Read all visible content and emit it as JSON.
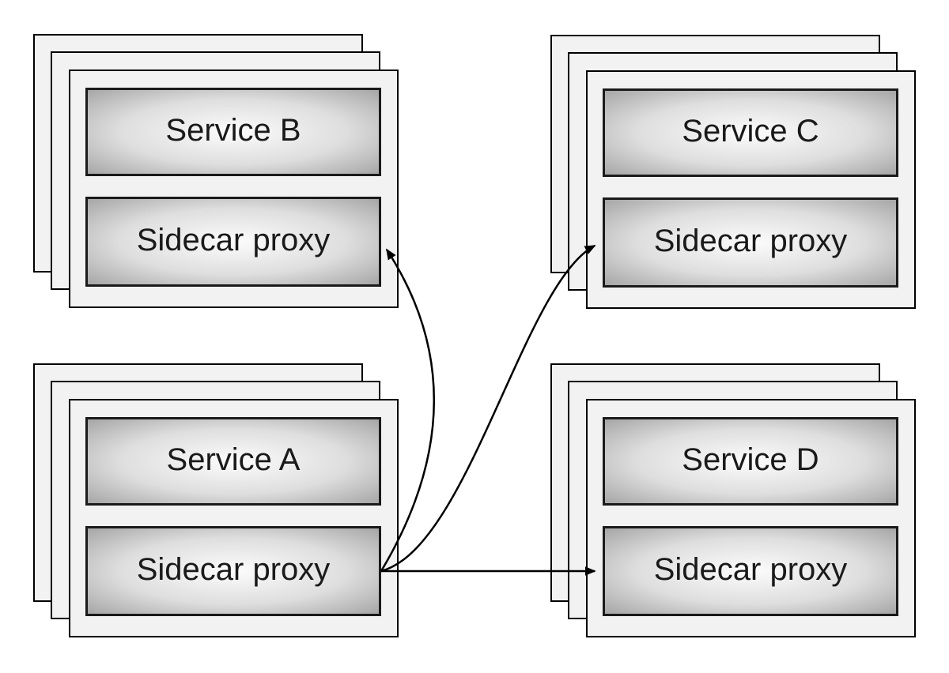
{
  "diagram": {
    "groups": [
      {
        "id": "service-b",
        "position": "top-left",
        "stack_count": 3,
        "service_label": "Service B",
        "proxy_label": "Sidecar proxy"
      },
      {
        "id": "service-c",
        "position": "top-right",
        "stack_count": 3,
        "service_label": "Service C",
        "proxy_label": "Sidecar proxy"
      },
      {
        "id": "service-a",
        "position": "bottom-left",
        "stack_count": 3,
        "service_label": "Service A",
        "proxy_label": "Sidecar proxy"
      },
      {
        "id": "service-d",
        "position": "bottom-right",
        "stack_count": 3,
        "service_label": "Service D",
        "proxy_label": "Sidecar proxy"
      }
    ],
    "edges": [
      {
        "from": "service-a-proxy",
        "to": "service-b-proxy",
        "style": "curved"
      },
      {
        "from": "service-a-proxy",
        "to": "service-c-proxy",
        "style": "curved"
      },
      {
        "from": "service-a-proxy",
        "to": "service-d-proxy",
        "style": "straight"
      }
    ],
    "colors": {
      "background": "#ffffff",
      "card_fill": "#f2f2f2",
      "card_border": "#000000",
      "box_border": "#1a1a1a",
      "box_gradient_center": "#fcfcfc",
      "box_gradient_edge": "#a6a6a6",
      "arrow": "#000000",
      "text": "#1a1a1a"
    }
  }
}
